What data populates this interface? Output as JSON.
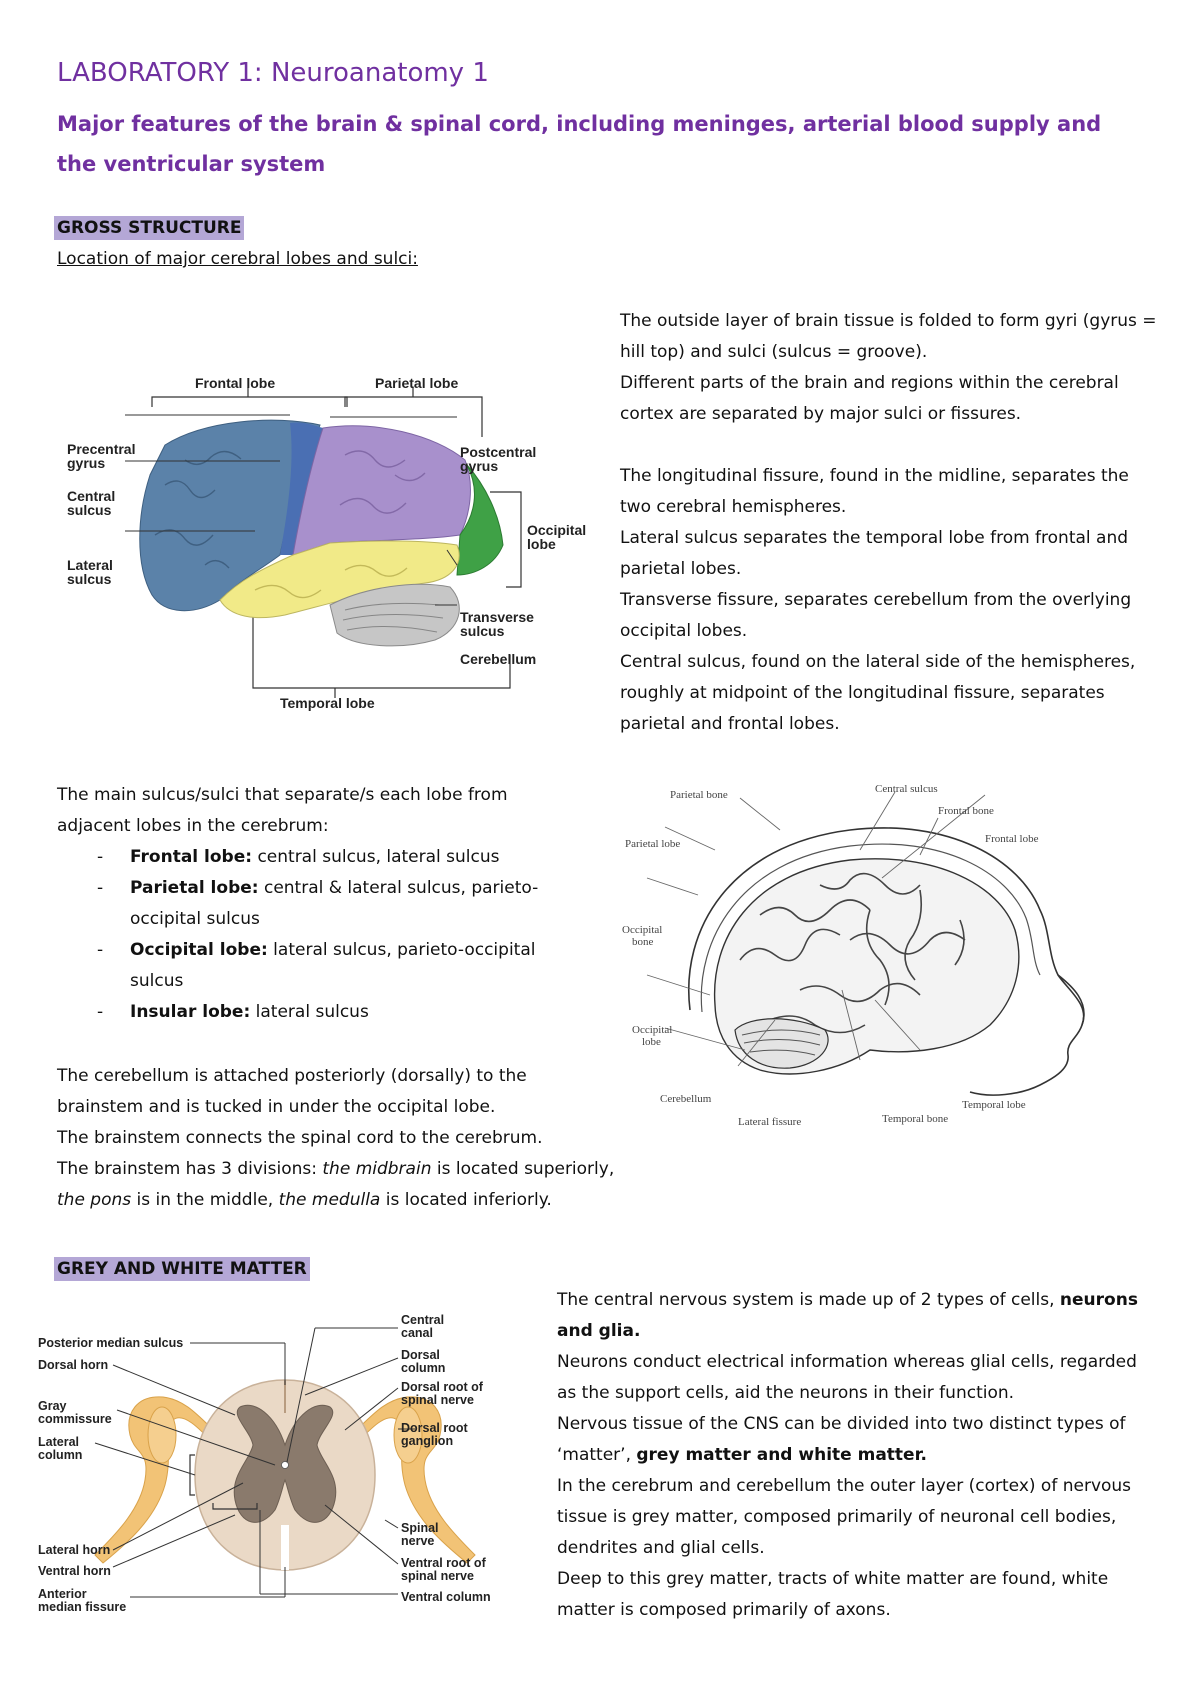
{
  "title": "LABORATORY 1: Neuroanatomy 1",
  "subtitle": "Major features of the brain & spinal cord, including meninges, arterial blood supply and the ventricular system",
  "gross": {
    "header": "GROSS STRUCTURE",
    "subheader": "Location of major cerebral lobes and sulci:",
    "right_paragraphs": [
      "The outside layer of brain tissue is folded to form gyri (gyrus = hill top) and sulci (sulcus = groove).",
      "Different parts of the brain and regions within the cerebral cortex are separated by major sulci or fissures.",
      "",
      "The longitudinal fissure, found in the midline, separates the two cerebral hemispheres.",
      "Lateral sulcus separates the temporal lobe from frontal and parietal lobes.",
      "Transverse fissure, separates cerebellum from the overlying occipital lobes.",
      "Central sulcus, found on the lateral side of the hemispheres, roughly at midpoint of the longitudinal fissure, separates parietal and frontal lobes."
    ],
    "diagram1": {
      "labels": {
        "frontal_lobe": "Frontal lobe",
        "parietal_lobe": "Parietal lobe",
        "precentral_1": "Precentral",
        "precentral_2": "gyrus",
        "central_1": "Central",
        "central_2": "sulcus",
        "lateral_1": "Lateral",
        "lateral_2": "sulcus",
        "postcentral_1": "Postcentral",
        "postcentral_2": "gyrus",
        "occipital_1": "Occipital",
        "occipital_2": "lobe",
        "transverse_1": "Transverse",
        "transverse_2": "sulcus",
        "cerebellum": "Cerebellum",
        "temporal_lobe": "Temporal lobe"
      }
    },
    "lobes_intro": "The main sulcus/sulci that separate/s each lobe from adjacent lobes in the cerebrum:",
    "lobes": [
      {
        "name": "Frontal lobe:",
        "text": " central sulcus, lateral sulcus"
      },
      {
        "name": "Parietal lobe:",
        "text": " central & lateral sulcus, parieto-occipital sulcus"
      },
      {
        "name": "Occipital lobe:",
        "text": " lateral sulcus, parieto-occipital sulcus"
      },
      {
        "name": "Insular lobe:",
        "text": " lateral sulcus"
      }
    ],
    "brainstem_p1": "The cerebellum is attached posteriorly (dorsally) to the brainstem and is tucked in under the occipital lobe.",
    "brainstem_p2": "The brainstem connects the spinal cord to the cerebrum.",
    "brainstem_p3_a": "The brainstem has 3 divisions: ",
    "brainstem_p3_b": "the midbrain",
    "brainstem_p3_c": " is located superiorly, ",
    "brainstem_p3_d": "the pons",
    "brainstem_p3_e": " is in the middle, ",
    "brainstem_p3_f": "the medulla",
    "brainstem_p3_g": " is located inferiorly.",
    "diagram2": {
      "labels": {
        "parietal_bone": "Parietal bone",
        "central_sulcus": "Central sulcus",
        "frontal_bone": "Frontal bone",
        "frontal_lobe": "Frontal lobe",
        "parietal_lobe": "Parietal lobe",
        "occipital_bone_1": "Occipital",
        "occipital_bone_2": "bone",
        "occipital_lobe_1": "Occipital",
        "occipital_lobe_2": "lobe",
        "cerebellum": "Cerebellum",
        "lateral_fissure": "Lateral fissure",
        "temporal_bone": "Temporal bone",
        "temporal_lobe": "Temporal lobe"
      }
    }
  },
  "grey_white": {
    "header": "GREY AND WHITE MATTER",
    "p1_a": "The central nervous system is made up of 2 types of cells, ",
    "p1_b": "neurons and glia.",
    "p2": "Neurons conduct electrical information whereas glial cells, regarded as the support cells, aid the neurons in their function.",
    "p3_a": "Nervous tissue of the CNS can be divided into two distinct types of ‘matter’, ",
    "p3_b": "grey matter and white matter.",
    "p4": "In the cerebrum and cerebellum the outer layer (cortex) of nervous tissue is grey matter, composed primarily of neuronal cell bodies, dendrites and glial cells.",
    "p5": "Deep to this grey matter, tracts of white matter are found, white matter is composed primarily of axons.",
    "diagram3": {
      "labels": {
        "posterior_median_sulcus": "Posterior median sulcus",
        "dorsal_horn": "Dorsal horn",
        "gray_commissure_1": "Gray",
        "gray_commissure_2": "commissure",
        "lateral_column_1": "Lateral",
        "lateral_column_2": "column",
        "lateral_horn": "Lateral horn",
        "ventral_horn": "Ventral horn",
        "anterior_median_1": "Anterior",
        "anterior_median_2": "median fissure",
        "central_canal_1": "Central",
        "central_canal_2": "canal",
        "dorsal_column_1": "Dorsal",
        "dorsal_column_2": "column",
        "dorsal_root_1": "Dorsal root of",
        "dorsal_root_2": "spinal nerve",
        "dorsal_ganglion_1": "Dorsal root",
        "dorsal_ganglion_2": "ganglion",
        "spinal_nerve_1": "Spinal",
        "spinal_nerve_2": "nerve",
        "ventral_root_1": "Ventral root of",
        "ventral_root_2": "spinal nerve",
        "ventral_column": "Ventral column"
      }
    }
  }
}
